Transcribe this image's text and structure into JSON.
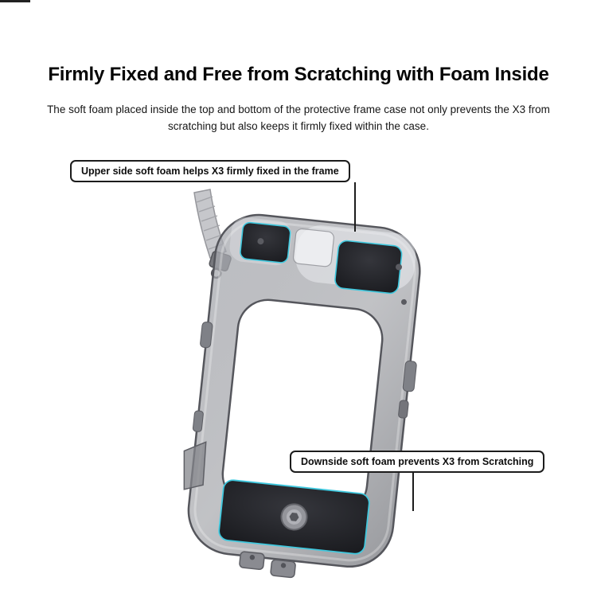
{
  "page": {
    "background_color": "#ffffff"
  },
  "header": {
    "title": "Firmly Fixed and Free from Scratching with Foam Inside",
    "subtitle_line1": "The soft foam placed inside the top and bottom of the protective frame case not only prevents the X3 from",
    "subtitle_line2": "scratching but also keeps it firmly fixed within the case."
  },
  "callouts": {
    "upper": {
      "label": "Upper side soft foam helps X3 firmly fixed in the frame"
    },
    "lower": {
      "label": "Downside soft foam prevents X3 from Scratching"
    }
  },
  "product": {
    "subject": "Translucent protective frame case render with soft foam pads and strap",
    "colors": {
      "foam_pad": "#202126",
      "foam_accent_outline": "#3fc8de",
      "frame_gray": "#8e9096",
      "callout_border": "#1c1c1c"
    }
  }
}
